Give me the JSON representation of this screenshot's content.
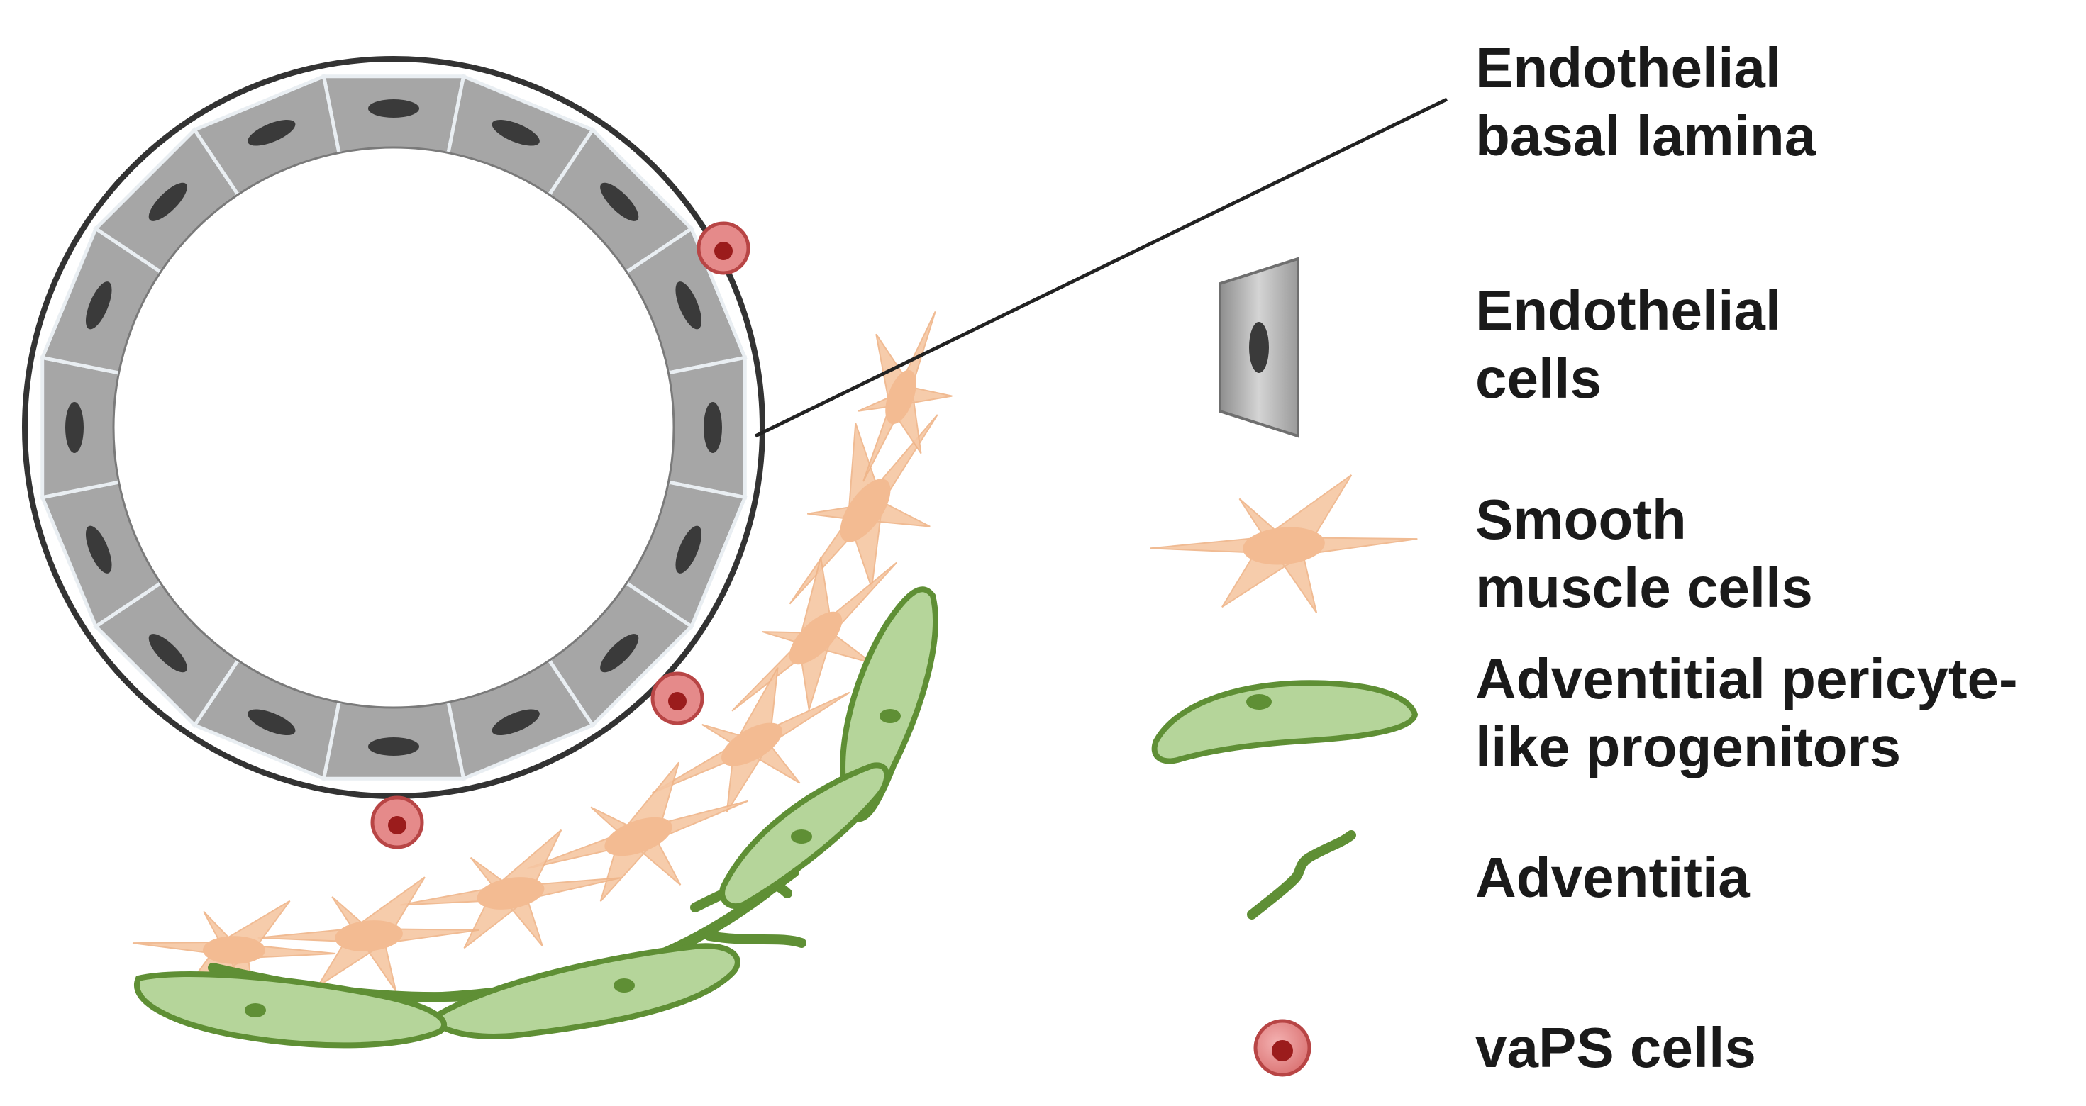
{
  "diagram": {
    "legend": [
      {
        "id": "basal-lamina",
        "lines": [
          "Endothelial",
          "basal lamina"
        ]
      },
      {
        "id": "endothelial-cells",
        "lines": [
          "Endothelial",
          "cells"
        ]
      },
      {
        "id": "smooth-muscle",
        "lines": [
          "Smooth",
          "muscle cells"
        ]
      },
      {
        "id": "pericyte",
        "lines": [
          "Adventitial pericyte-",
          "like progenitors"
        ]
      },
      {
        "id": "adventitia",
        "lines": [
          "Adventitia"
        ]
      },
      {
        "id": "vaps",
        "lines": [
          "vaPS cells"
        ]
      }
    ],
    "colors": {
      "endothelial_fill": "#a6a6a6",
      "endothelial_edge": "#6f6f6f",
      "nucleus": "#3a3a3a",
      "lamina": "#333333",
      "smooth_muscle": "#f6c7a3",
      "pericyte_fill": "#b5d59a",
      "pericyte_edge": "#5f8f35",
      "adventitia": "#5f8f35",
      "vaps_fill": "#e58a8a",
      "vaps_edge": "#b84545",
      "vaps_nucleus": "#9b1c1c"
    }
  }
}
